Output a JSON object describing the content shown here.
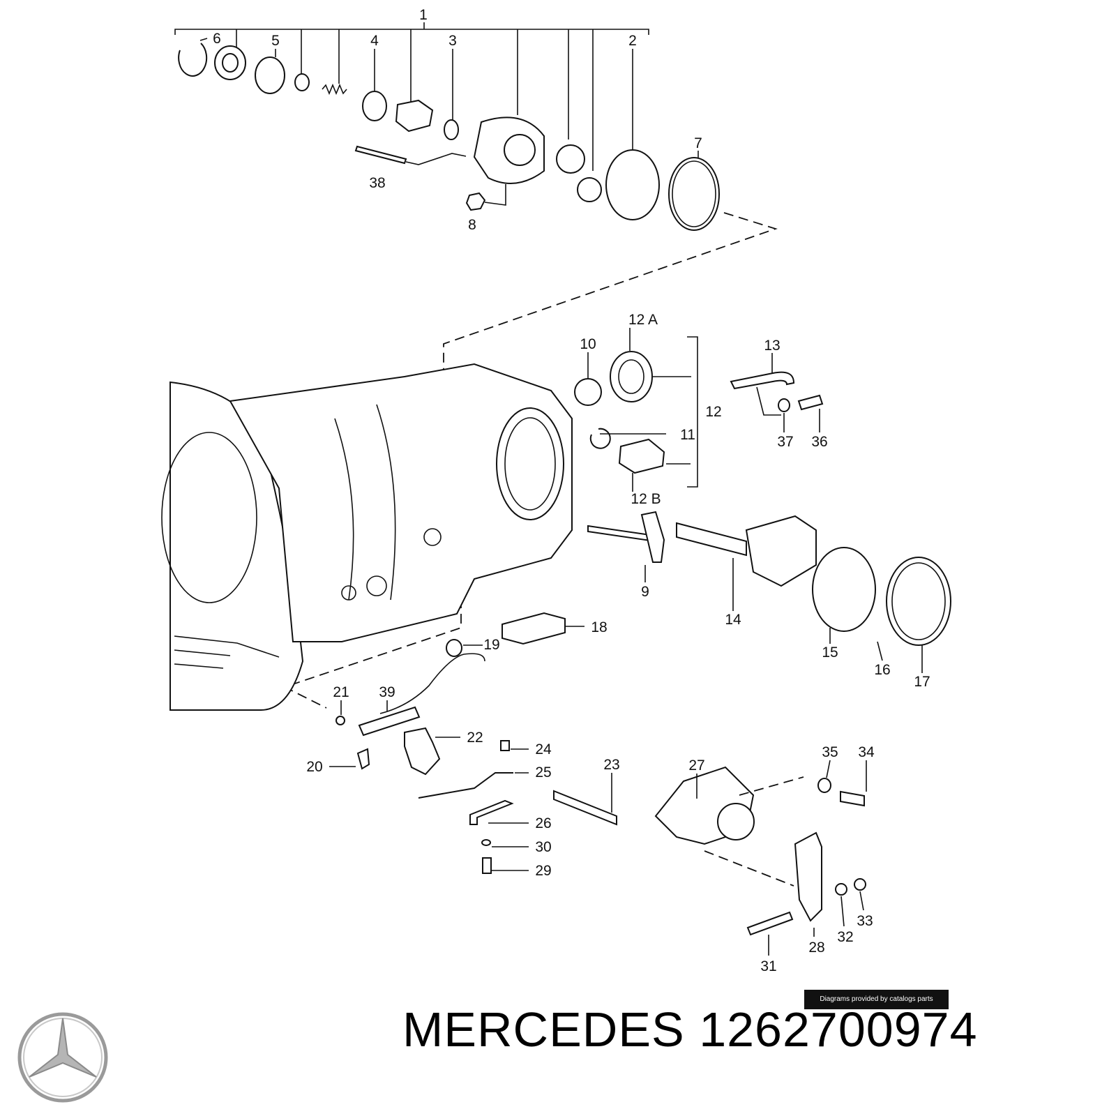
{
  "diagram": {
    "labels": [
      "1",
      "2",
      "3",
      "4",
      "5",
      "6",
      "7",
      "8",
      "38",
      "12 A",
      "10",
      "12",
      "11",
      "12 B",
      "13",
      "37",
      "36",
      "9",
      "14",
      "15",
      "16",
      "17",
      "18",
      "19",
      "21",
      "39",
      "22",
      "20",
      "24",
      "25",
      "23",
      "27",
      "26",
      "30",
      "29",
      "35",
      "34",
      "33",
      "32",
      "28",
      "31"
    ]
  },
  "credit": "Diagrams provided by catalogs parts",
  "brand": {
    "name": "MERCEDES",
    "part_number": "1262700974",
    "logo_icon": "mercedes-star-icon"
  }
}
